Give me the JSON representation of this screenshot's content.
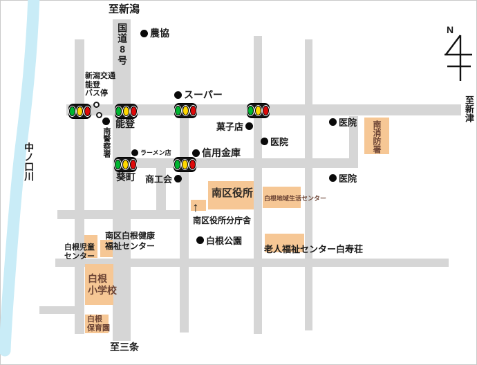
{
  "colors": {
    "road": "#d6d6d6",
    "river": "#c9ecf7",
    "building": "#f6c795",
    "signal_body": "#141414",
    "signal_green": "#00b531",
    "signal_yellow": "#ffd800",
    "signal_red": "#dd0a0a",
    "label": "#1a1a1a",
    "building_label": "#6b4334",
    "ward_office_label": "#2e2a26"
  },
  "edges": {
    "to_niigata": "至新潟",
    "to_sanjo": "至三条",
    "to_niitsu": "至新津"
  },
  "compass": {
    "label": "N"
  },
  "river": {
    "name": "中ノ口川"
  },
  "route8": {
    "label": "国道8号"
  },
  "bus_stop": {
    "line1": "新潟交通",
    "line2": "能登",
    "line3": "バス停"
  },
  "signal_labels": {
    "noto": "能登",
    "aoimachi": "葵町"
  },
  "pois": {
    "agri_coop": "農協",
    "police": "南警察署",
    "supermarket": "スーパー",
    "confectionery": "菓子店",
    "clinic1": "医院",
    "clinic2": "医院",
    "clinic3": "医院",
    "ramen": "ラーメン店",
    "credit_union": "信用金庫",
    "chamber": "商工会",
    "park": "白根公園"
  },
  "buildings": {
    "fire_station": "南消防署",
    "ward_office": "南区役所",
    "ward_annex": "南区役所分庁舎",
    "community_center": "白根地域生活センター",
    "senior_center": "老人福祉センター白寿荘",
    "children_center": {
      "line1": "白根児童",
      "line2": "センター"
    },
    "health_center": {
      "line1": "南区白根健康",
      "line2": "福祉センター"
    },
    "elementary": {
      "line1": "白根",
      "line2": "小学校"
    },
    "nursery": {
      "line1": "白根",
      "line2": "保育園"
    }
  },
  "misc": {
    "arrow": "↑"
  }
}
